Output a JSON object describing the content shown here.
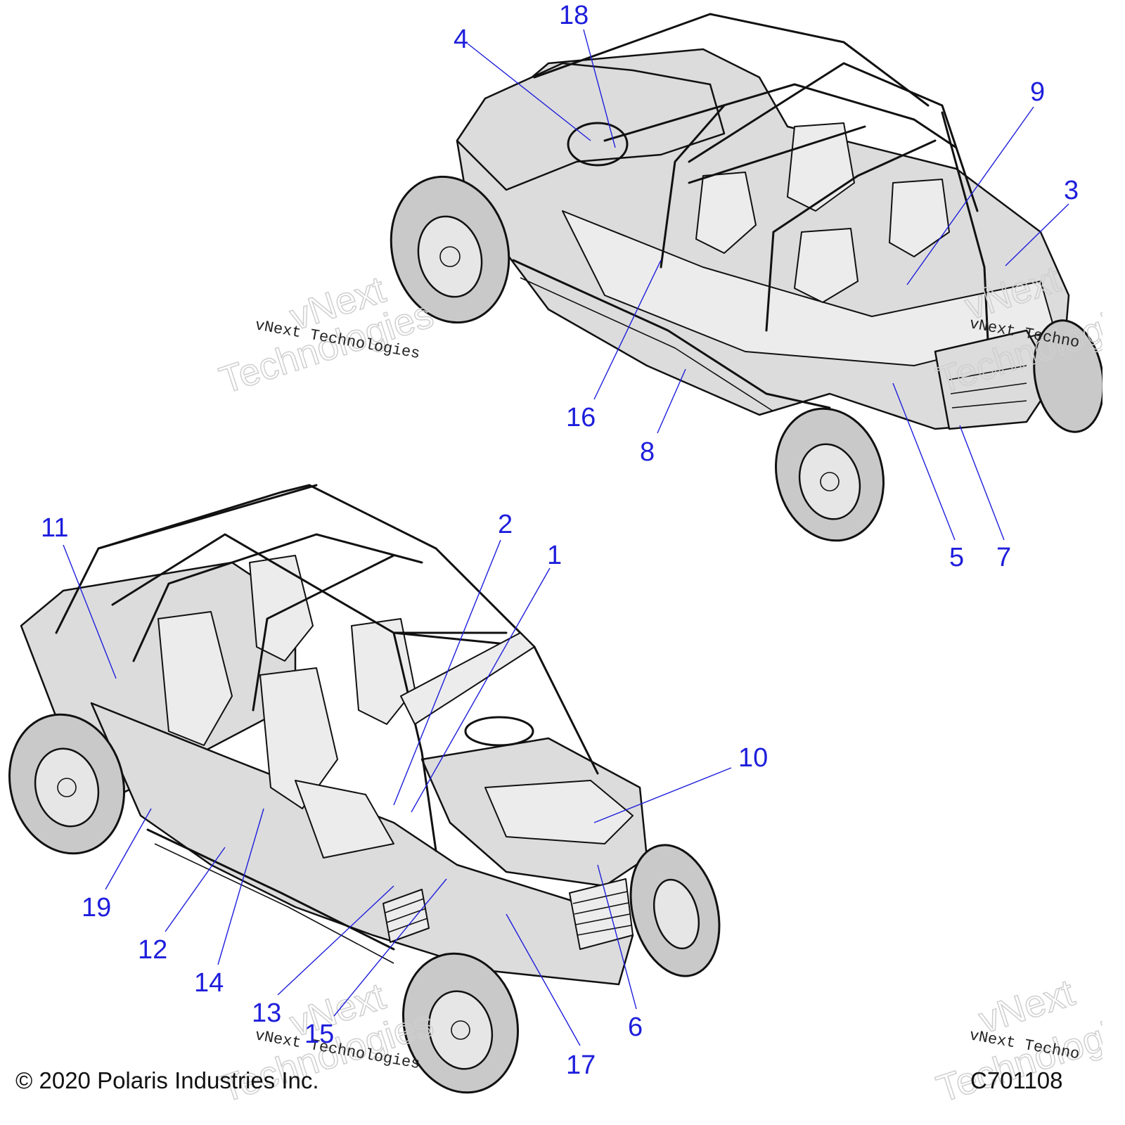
{
  "callouts": [
    {
      "label": "18"
    },
    {
      "label": "4"
    },
    {
      "label": "9"
    },
    {
      "label": "3"
    },
    {
      "label": "16"
    },
    {
      "label": "8"
    },
    {
      "label": "5"
    },
    {
      "label": "7"
    },
    {
      "label": "11"
    },
    {
      "label": "2"
    },
    {
      "label": "1"
    },
    {
      "label": "10"
    },
    {
      "label": "19"
    },
    {
      "label": "12"
    },
    {
      "label": "14"
    },
    {
      "label": "13"
    },
    {
      "label": "15"
    },
    {
      "label": "17"
    },
    {
      "label": "6"
    }
  ],
  "watermarks": {
    "line_text": "vNext Technologies",
    "outline_word1": "vNext",
    "outline_word2": "Technologies",
    "right_top": "vNext Techno",
    "right_bottom": "vNext Techno"
  },
  "footer": {
    "copyright": "© 2020 Polaris Industries Inc.",
    "figure_code": "C701108"
  },
  "colors": {
    "callout": "#1e1edc",
    "line_art": "#111111",
    "fill": "#dcdcdc"
  }
}
